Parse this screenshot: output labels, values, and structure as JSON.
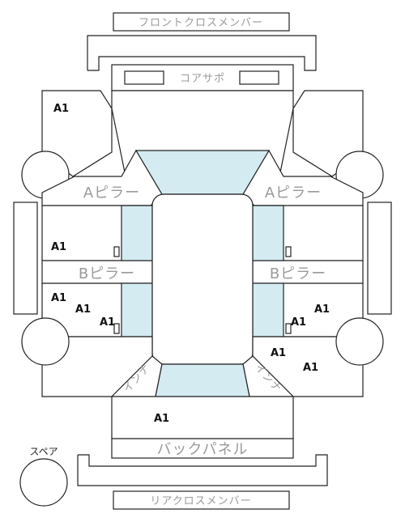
{
  "labels": {
    "front_cross_member": "フロントクロスメンバー",
    "core_support": "コアサポ",
    "a_pillar": "Aピラー",
    "b_pillar": "Bピラー",
    "back_panel": "バックパネル",
    "rear_cross_member": "リアクロスメンバー",
    "spare": "スペア",
    "quarter_inner": "インナ"
  },
  "damage_marks": [
    {
      "id": "front-left-fender",
      "label": "A1"
    },
    {
      "id": "left-front-door",
      "label": "A1"
    },
    {
      "id": "left-rear-door",
      "label": "A1"
    },
    {
      "id": "left-rear-quarter-upper",
      "label": "A1"
    },
    {
      "id": "left-rear-quarter-lower",
      "label": "A1"
    },
    {
      "id": "right-rear-door",
      "label": "A1"
    },
    {
      "id": "right-rear-quarter-upper",
      "label": "A1"
    },
    {
      "id": "right-rear-quarter-lower",
      "label": "A1"
    },
    {
      "id": "trunk-lid",
      "label": "A1"
    }
  ]
}
